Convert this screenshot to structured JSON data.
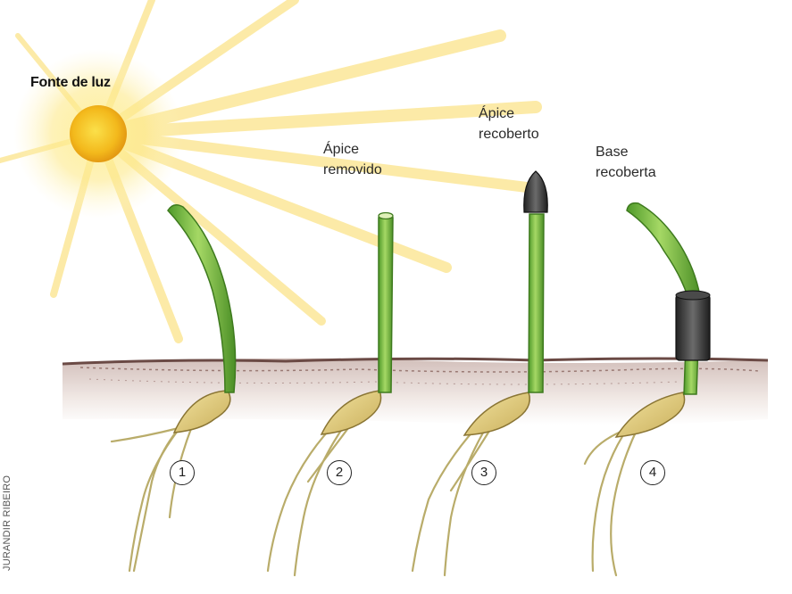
{
  "labels": {
    "light_source": "Fonte de luz",
    "tip_removed": [
      "Ápice",
      "removido"
    ],
    "tip_covered": [
      "Ápice",
      "recoberto"
    ],
    "base_covered": [
      "Base",
      "recoberta"
    ]
  },
  "seedling_numbers": [
    "1",
    "2",
    "3",
    "4"
  ],
  "credit": "JURANDIR RIBEIRO",
  "colors": {
    "sun": "#f5c21a",
    "rays": "#fbe27a",
    "stem": "#6cae3a",
    "stem_highlight": "#a8d96a",
    "soil": "#6b4a45",
    "cover": "#3a3a3a"
  }
}
